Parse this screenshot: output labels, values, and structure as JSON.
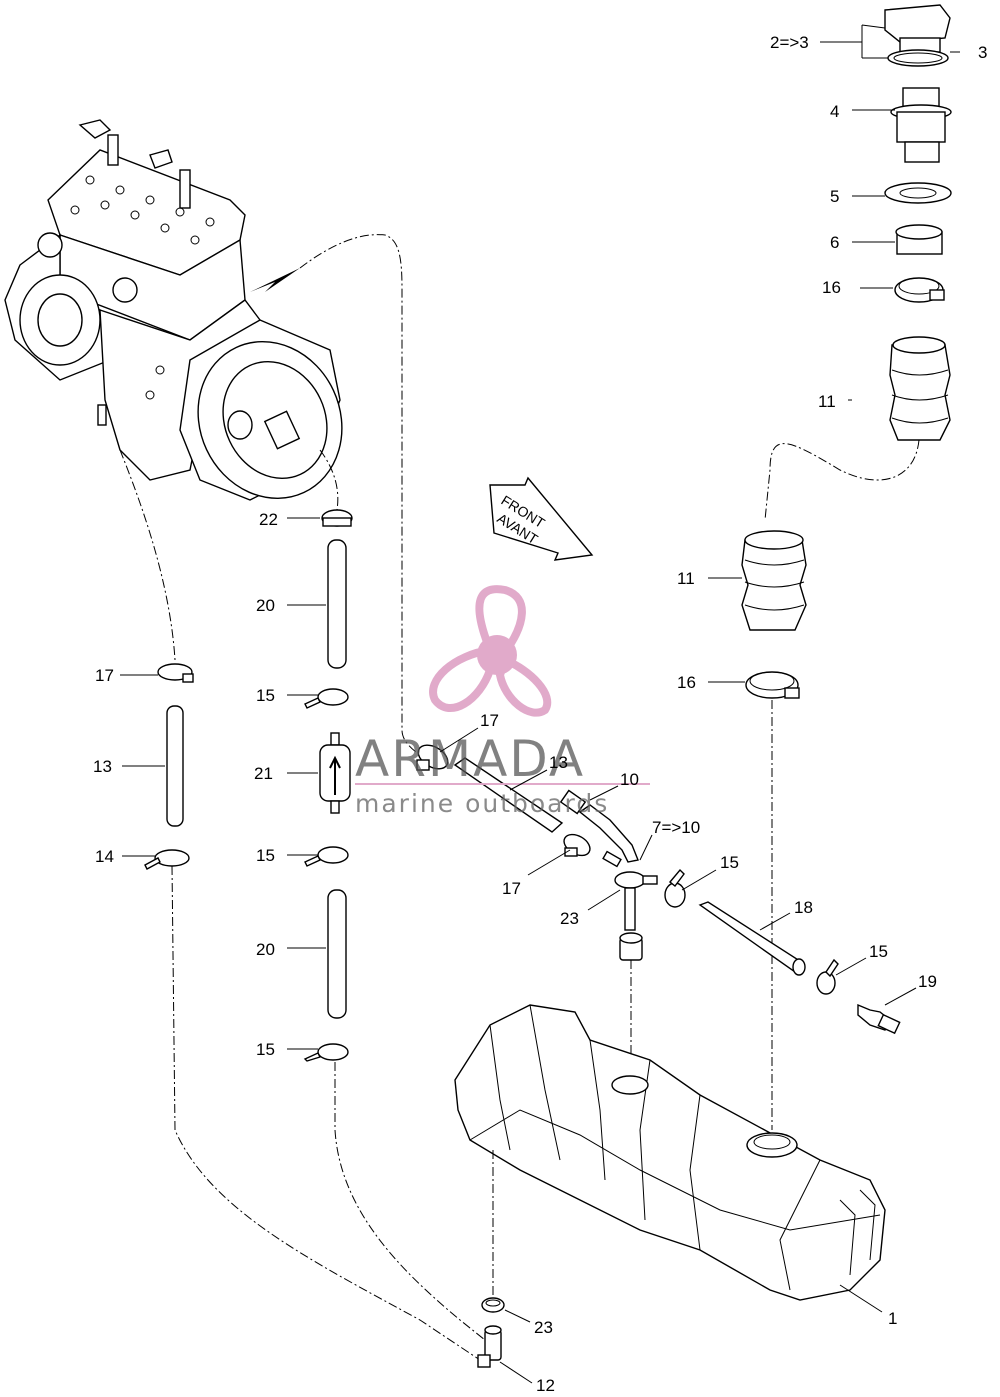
{
  "front_arrow": {
    "line1": "FRONT",
    "line2": "AVANT"
  },
  "watermark": {
    "brand": "ARMADA",
    "tagline": "marine outboards"
  },
  "callouts": [
    "2=>3",
    "3",
    "4",
    "5",
    "6",
    "16",
    "11",
    "11",
    "16",
    "22",
    "20",
    "17",
    "15",
    "13",
    "21",
    "14",
    "15",
    "20",
    "15",
    "17",
    "13",
    "10",
    "7=>10",
    "17",
    "23",
    "15",
    "18",
    "15",
    "19",
    "1",
    "23",
    "12"
  ],
  "colors": {
    "logo_pink": "#e0a6c8",
    "ink": "#000000"
  }
}
